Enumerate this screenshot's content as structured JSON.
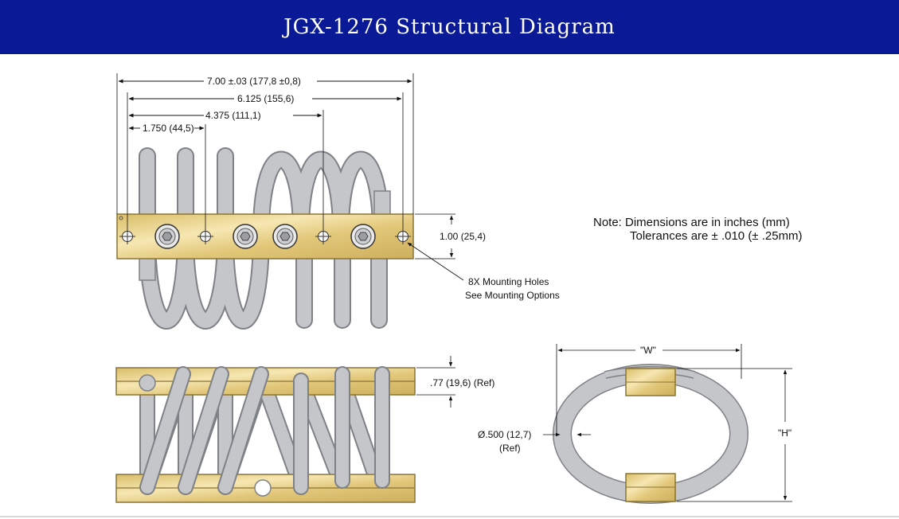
{
  "header": {
    "title": "JGX-1276 Structural Diagram"
  },
  "dimensions": {
    "overall_length": "7.00 ±.03 (177,8 ±0,8)",
    "hole_span_outer": "6.125 (155,6)",
    "hole_span_mid": "4.375 (111,1)",
    "hole_span_inner": "1.750 (44,5)",
    "bar_height": "1.00 (25,4)",
    "side_bar_height": ".77 (19,6) (Ref)",
    "wire_diameter_line1": "Ø.500 (12,7)",
    "wire_diameter_line2": "(Ref)",
    "width_label": "\"W\"",
    "height_label": "\"H\""
  },
  "callout": {
    "line1": "8X Mounting Holes",
    "line2": "See Mounting Options"
  },
  "note": {
    "line1": "Note: Dimensions are in inches (mm)",
    "line2": "Tolerances are ± .010 (± .25mm)"
  },
  "colors": {
    "header_bg": "#0a1a96",
    "cable": "#c4c6c9",
    "cable_edge": "#7e8186",
    "brass": "#e6cf86",
    "brass_edge": "#8a7436"
  }
}
